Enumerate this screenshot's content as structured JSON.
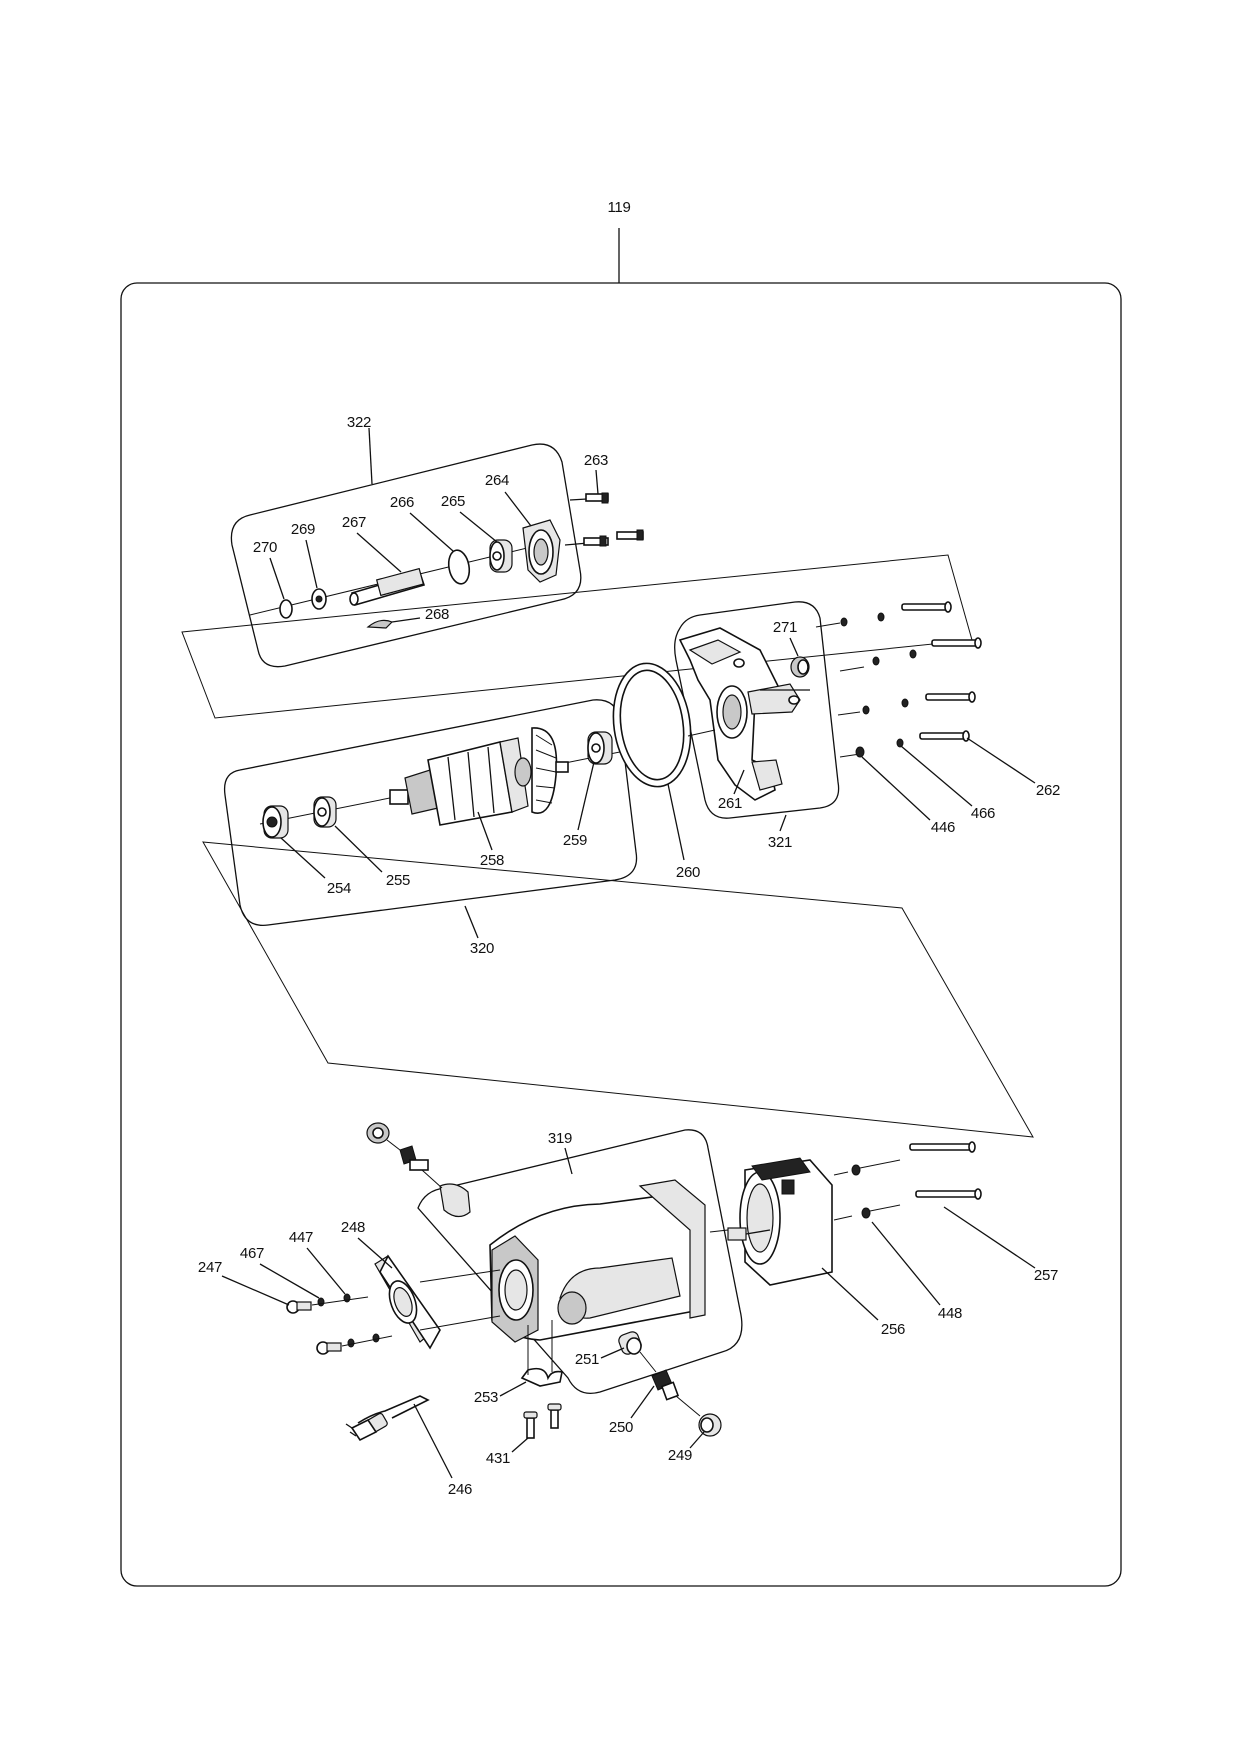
{
  "labels": {
    "p119": "119",
    "p322": "322",
    "p263": "263",
    "p264": "264",
    "p266": "266",
    "p265": "265",
    "p267": "267",
    "p269": "269",
    "p270": "270",
    "p268": "268",
    "p271": "271",
    "p262": "262",
    "p466": "466",
    "p446": "446",
    "p321": "321",
    "p261": "261",
    "p260": "260",
    "p259": "259",
    "p258": "258",
    "p255": "255",
    "p254": "254",
    "p320": "320",
    "p319": "319",
    "p257": "257",
    "p256": "256",
    "p448": "448",
    "p247": "247",
    "p467": "467",
    "p447": "447",
    "p248": "248",
    "p251": "251",
    "p253": "253",
    "p250": "250",
    "p249": "249",
    "p431": "431",
    "p246": "246"
  }
}
